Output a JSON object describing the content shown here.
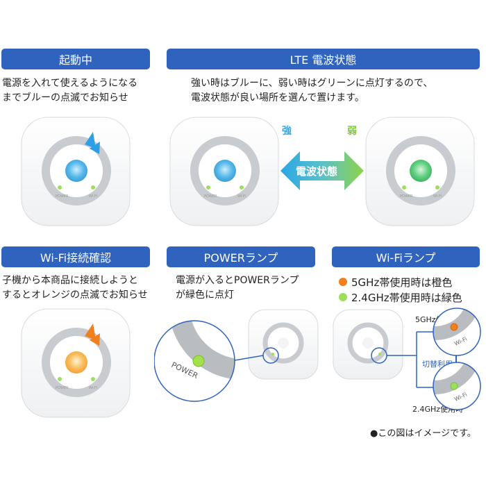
{
  "sections": {
    "startup": {
      "title": "起動中",
      "desc": [
        "電源を入れて使えるようになる",
        "までブルーの点滅でお知らせ"
      ]
    },
    "lte": {
      "title": "LTE 電波状態",
      "desc": [
        "強い時はブルーに、弱い時はグリーンに点灯するので、",
        "電波状態が良い場所を選んで置けます。"
      ],
      "strong": "強",
      "weak": "弱",
      "arrow_text_1": "電波",
      "arrow_text_2": "状態"
    },
    "wifi_connect": {
      "title": "Wi-Fi接続確認",
      "desc": [
        "子機から本商品に接続しようと",
        "するとオレンジの点滅でお知らせ"
      ]
    },
    "power": {
      "title": "POWERランプ",
      "desc": [
        "電源が入るとPOWERランプ",
        "が緑色に点灯"
      ],
      "zoom_label": "POWER"
    },
    "wifi_lamp": {
      "title": "Wi-Fiランプ",
      "legend": [
        {
          "text": "5GHz帯使用時は橙色",
          "color": "#f07f1e"
        },
        {
          "text": "2.4GHz帯使用時は緑色",
          "color": "#9be05a"
        }
      ],
      "label_5g": "5GHz使用時",
      "label_24g": "2.4GHz使用時",
      "switch_label": "切替利用",
      "zoom_label": "Wi-Fi"
    }
  },
  "note": "●この図はイメージです。",
  "colors": {
    "header_bg": "#2f63bd",
    "blue_led": "#4fb6ea",
    "green_led": "#5cc97a",
    "orange_led": "#f7b250",
    "indicator_green": "#9be05a",
    "indicator_orange": "#f07f1e"
  }
}
